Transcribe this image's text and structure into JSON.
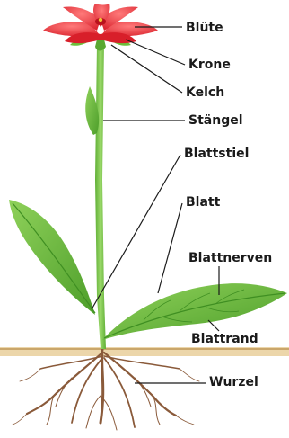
{
  "labels": {
    "bluete": "Blüte",
    "krone": "Krone",
    "kelch": "Kelch",
    "staengel": "Stängel",
    "blattstiel": "Blattstiel",
    "blatt": "Blatt",
    "blattnerven": "Blattnerven",
    "blattrand": "Blattrand",
    "wurzel": "Wurzel"
  },
  "colors": {
    "petal": "#e8303a",
    "petal_dark": "#c0121e",
    "leaf": "#6cbf3a",
    "leaf_dark": "#3f8f22",
    "stem": "#7cc84a",
    "soil": "#e9d2a6",
    "root": "#8a5a3a",
    "line": "#1a1a1a"
  }
}
